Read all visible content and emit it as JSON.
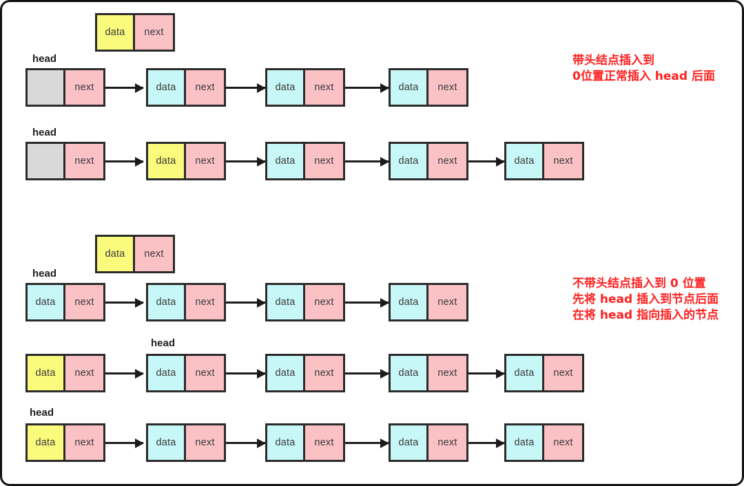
{
  "diagram": {
    "title": "Linked list insertion at position 0: with vs without head node",
    "labels": {
      "data": "data",
      "next": "next",
      "head": "head",
      "empty": ""
    },
    "colors": {
      "cyan": "#c8f7f7",
      "yellow": "#fafa7d",
      "pink": "#fbc2c6",
      "gray": "#d9d9d9",
      "border": "#2b2b2b",
      "arrow": "#1b1b1b",
      "note": "#ff2020",
      "background": "#ffffff"
    },
    "notes": [
      {
        "id": "note-with-head",
        "lines": [
          "带头结点插入到",
          "0位置正常插入 head 后面"
        ]
      },
      {
        "id": "note-without-head",
        "lines": [
          "不带头结点插入到 0 位置",
          "先将 head 插入到节点后面",
          "在将 head 指向插入的节点"
        ]
      }
    ],
    "rows": [
      {
        "id": "row-floating-node-top",
        "kind": "floating",
        "head_label": null,
        "nodes": [
          {
            "data_label": "data",
            "next_label": "next",
            "data_color": "yellow",
            "next_color": "pink"
          }
        ]
      },
      {
        "id": "row-with-head-before",
        "kind": "list",
        "head_label": "head",
        "head_over_index": 0,
        "nodes": [
          {
            "data_label": "",
            "next_label": "next",
            "data_color": "gray",
            "next_color": "pink"
          },
          {
            "data_label": "data",
            "next_label": "next",
            "data_color": "cyan",
            "next_color": "pink"
          },
          {
            "data_label": "data",
            "next_label": "next",
            "data_color": "cyan",
            "next_color": "pink"
          },
          {
            "data_label": "data",
            "next_label": "next",
            "data_color": "cyan",
            "next_color": "pink"
          }
        ]
      },
      {
        "id": "row-with-head-after",
        "kind": "list",
        "head_label": "head",
        "head_over_index": 0,
        "nodes": [
          {
            "data_label": "",
            "next_label": "next",
            "data_color": "gray",
            "next_color": "pink"
          },
          {
            "data_label": "data",
            "next_label": "next",
            "data_color": "yellow",
            "next_color": "pink"
          },
          {
            "data_label": "data",
            "next_label": "next",
            "data_color": "cyan",
            "next_color": "pink"
          },
          {
            "data_label": "data",
            "next_label": "next",
            "data_color": "cyan",
            "next_color": "pink"
          },
          {
            "data_label": "data",
            "next_label": "next",
            "data_color": "cyan",
            "next_color": "pink"
          }
        ]
      },
      {
        "id": "row-floating-node-bottom",
        "kind": "floating",
        "head_label": null,
        "nodes": [
          {
            "data_label": "data",
            "next_label": "next",
            "data_color": "yellow",
            "next_color": "pink"
          }
        ]
      },
      {
        "id": "row-no-head-before",
        "kind": "list",
        "head_label": "head",
        "head_over_index": 0,
        "nodes": [
          {
            "data_label": "data",
            "next_label": "next",
            "data_color": "cyan",
            "next_color": "pink"
          },
          {
            "data_label": "data",
            "next_label": "next",
            "data_color": "cyan",
            "next_color": "pink"
          },
          {
            "data_label": "data",
            "next_label": "next",
            "data_color": "cyan",
            "next_color": "pink"
          },
          {
            "data_label": "data",
            "next_label": "next",
            "data_color": "cyan",
            "next_color": "pink"
          }
        ]
      },
      {
        "id": "row-no-head-step1",
        "kind": "list",
        "head_label": "head",
        "head_over_index": 1,
        "nodes": [
          {
            "data_label": "data",
            "next_label": "next",
            "data_color": "yellow",
            "next_color": "pink"
          },
          {
            "data_label": "data",
            "next_label": "next",
            "data_color": "cyan",
            "next_color": "pink"
          },
          {
            "data_label": "data",
            "next_label": "next",
            "data_color": "cyan",
            "next_color": "pink"
          },
          {
            "data_label": "data",
            "next_label": "next",
            "data_color": "cyan",
            "next_color": "pink"
          },
          {
            "data_label": "data",
            "next_label": "next",
            "data_color": "cyan",
            "next_color": "pink"
          }
        ]
      },
      {
        "id": "row-no-head-step2",
        "kind": "list",
        "head_label": "head",
        "head_over_index": 0,
        "nodes": [
          {
            "data_label": "data",
            "next_label": "next",
            "data_color": "yellow",
            "next_color": "pink"
          },
          {
            "data_label": "data",
            "next_label": "next",
            "data_color": "cyan",
            "next_color": "pink"
          },
          {
            "data_label": "data",
            "next_label": "next",
            "data_color": "cyan",
            "next_color": "pink"
          },
          {
            "data_label": "data",
            "next_label": "next",
            "data_color": "cyan",
            "next_color": "pink"
          },
          {
            "data_label": "data",
            "next_label": "next",
            "data_color": "cyan",
            "next_color": "pink"
          }
        ]
      }
    ]
  }
}
